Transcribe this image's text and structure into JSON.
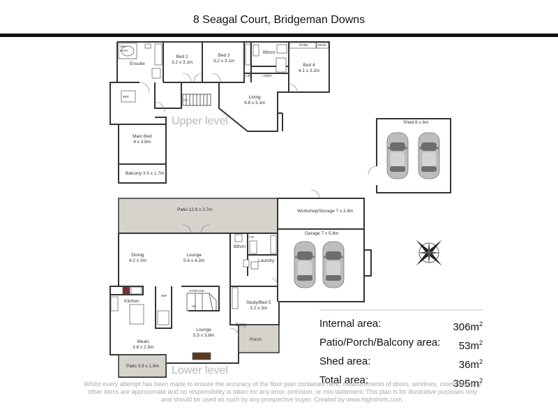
{
  "header": {
    "title": "8 Seagal Court, Bridgeman Downs"
  },
  "levels": {
    "upper": "Upper level",
    "lower": "Lower level"
  },
  "rooms": {
    "ensuite": {
      "name": "Ensuite",
      "dim": ""
    },
    "bed2": {
      "name": "Bed 2",
      "dim": "3.2 x 3.1m"
    },
    "bed3": {
      "name": "Bed 3",
      "dim": "3.2 x 3.1m"
    },
    "bed4": {
      "name": "Bed 4",
      "dim": "4.1 x 3.2m"
    },
    "bthrm_upper": {
      "name": "Bthrm",
      "dim": ""
    },
    "living": {
      "name": "Living",
      "dim": "4.8 x 3.1m"
    },
    "main_bed": {
      "name": "Main Bed",
      "dim": "4 x 3.8m"
    },
    "balcony": {
      "name": "Balcony 3.5 x 1.7m",
      "dim": ""
    },
    "shed": {
      "name": "Shed 6 x 6m",
      "dim": ""
    },
    "patio": {
      "name": "Patio 12.9 x 2.7m",
      "dim": ""
    },
    "workshop": {
      "name": "Workshop/Storage 7 x 2.4m",
      "dim": ""
    },
    "garage": {
      "name": "Garage 7 x 5.8m",
      "dim": ""
    },
    "dining": {
      "name": "Dining",
      "dim": "4.2 x 3m"
    },
    "lounge_upper": {
      "name": "Lounge",
      "dim": "5.6 x 4.2m"
    },
    "bthrm_lower": {
      "name": "Bthrm",
      "dim": ""
    },
    "laundry": {
      "name": "Laundry",
      "dim": ""
    },
    "kitchen": {
      "name": "Kitchen",
      "dim": ""
    },
    "study": {
      "name": "Study/Bed 5",
      "dim": "3.2 x 3m"
    },
    "lounge_lower": {
      "name": "Lounge",
      "dim": "5.5 x 3.8m"
    },
    "entry": {
      "name": "Entry",
      "dim": ""
    },
    "porch": {
      "name": "Porch",
      "dim": ""
    },
    "meals": {
      "name": "Meals",
      "dim": "3.8 x 2.5m"
    },
    "patio2": {
      "name": "Patio 3.9 x 1.8m",
      "dim": ""
    }
  },
  "fixtures": {
    "robe": "ROBE",
    "desk": "DESK",
    "lin": "LIN",
    "linen": "LINEN",
    "storage": "STORAGE",
    "wir": "WIR",
    "wip": "WIP",
    "up": "UP",
    "spa": "SPA",
    "bath": "BATH"
  },
  "areas": [
    {
      "label": "Internal area:",
      "value": "306m",
      "unit": "2"
    },
    {
      "label": "Patio/Porch/Balcony area:",
      "value": "53m",
      "unit": "2"
    },
    {
      "label": "Shed area:",
      "value": "36m",
      "unit": "2"
    },
    {
      "label": "Total area:",
      "value": "395m",
      "unit": "2"
    }
  ],
  "disclaimer": "Whilst every attempt has been made to ensure the accuracy of the floor plan contained here, measurements of doors, windows, rooms and any other items are approximate and no responsibility is taken for any error, omission, or mis-statement. This plan is for illustrative purposes only and should be used as such by any prospective buyer.  Created by www.highshots.com.",
  "compass_icon": "compass-rose-icon",
  "colors": {
    "walls": "#333333",
    "patio_fill": "#d6d2cc",
    "car": "#b5b5b5"
  }
}
